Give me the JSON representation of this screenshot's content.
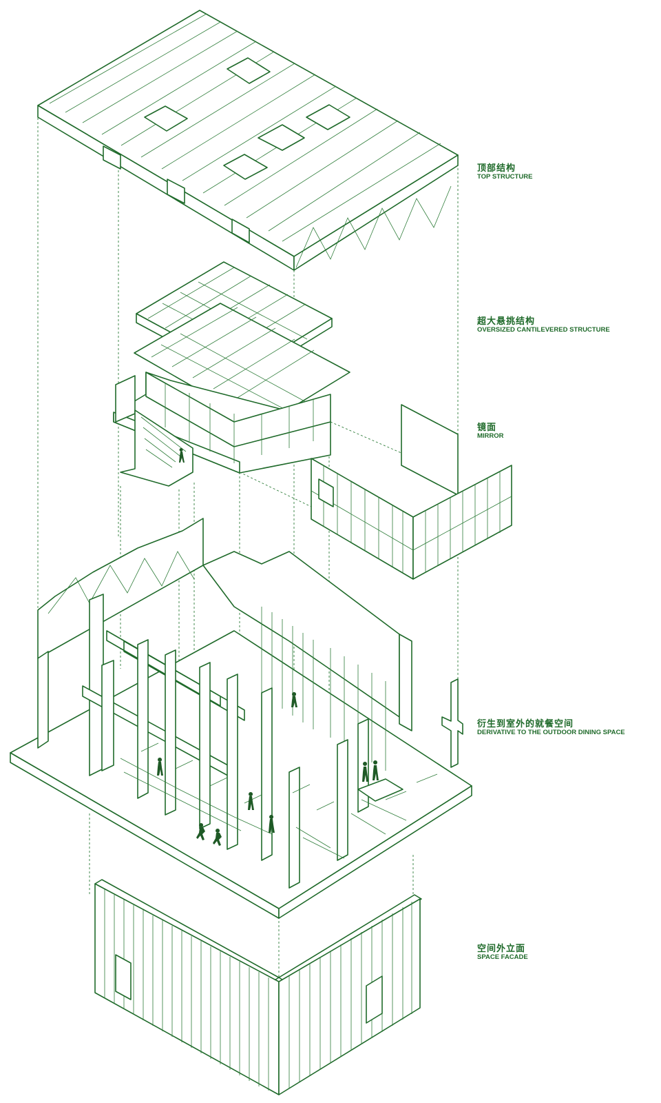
{
  "labels": [
    {
      "zh": "顶部结构",
      "en": "TOP STRUCTURE"
    },
    {
      "zh": "超大悬挑结构",
      "en": "OVERSIZED CANTILEVERED STRUCTURE"
    },
    {
      "zh": "镜面",
      "en": "MIRROR"
    },
    {
      "zh": "衍生到室外的就餐空间",
      "en": "DERIVATIVE TO THE OUTDOOR DINING SPACE"
    },
    {
      "zh": "空间外立面",
      "en": "SPACE FACADE"
    }
  ],
  "colors": {
    "line": "#1f6a2a",
    "background": "#ffffff"
  }
}
